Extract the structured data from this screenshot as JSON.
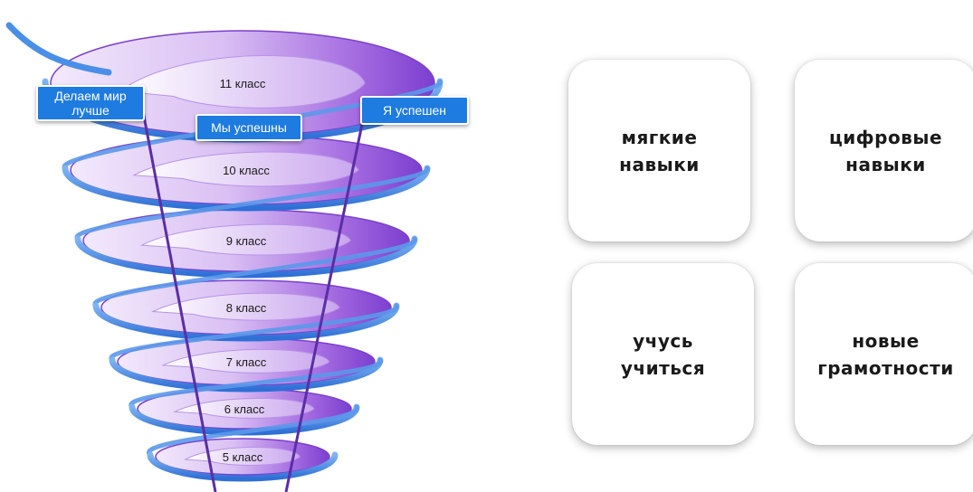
{
  "spiral": {
    "levels": [
      "11 класс",
      "10 класс",
      "9 класс",
      "8 класс",
      "7 класс",
      "6 класс",
      "5 класс"
    ],
    "callouts": {
      "left": "Делаем мир\nлучше",
      "center": "Мы успешны",
      "right": "Я успешен"
    },
    "colors": {
      "ribbon_blue": "#4a8fe7",
      "ribbon_blue_dark": "#2a63c9",
      "band_purple": "#8a4fd6",
      "band_purple_light": "#e6d4f7",
      "funnel_line": "#5a2ea6",
      "callout_bg": "#1e7be0"
    }
  },
  "cards": [
    {
      "label": "мягкие\nнавыки"
    },
    {
      "label": "цифровые\nнавыки"
    },
    {
      "label": "учусь\nучиться"
    },
    {
      "label": "новые\nграмотности"
    }
  ]
}
